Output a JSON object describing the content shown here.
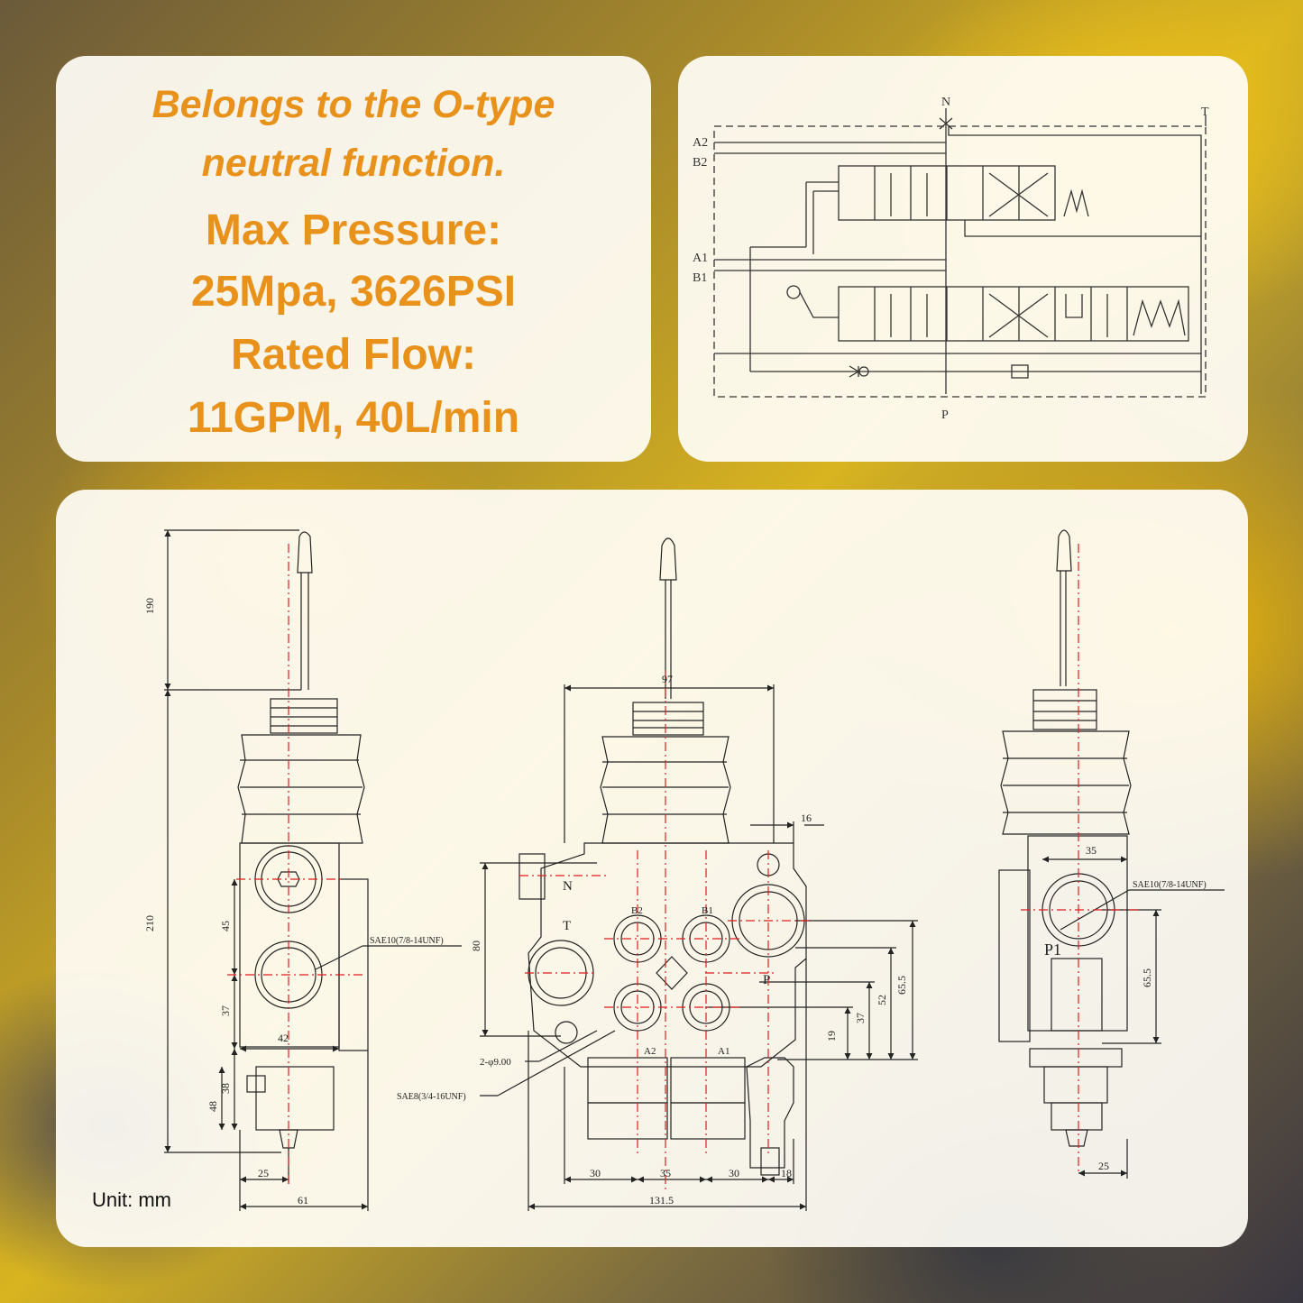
{
  "specs": {
    "line1": "Belongs to the O-type",
    "line2": "neutral function.",
    "line3": "Max Pressure:",
    "line4": "25Mpa, 3626PSI",
    "line5": "Rated Flow:",
    "line6": "11GPM, 40L/min"
  },
  "schematic": {
    "port_n": "N",
    "port_t": "T",
    "port_p": "P",
    "port_a2": "A2",
    "port_b2": "B2",
    "port_a1": "A1",
    "port_b1": "B1"
  },
  "drawing": {
    "unit": "Unit: mm",
    "left_view": {
      "dim_190": "190",
      "dim_210": "210",
      "dim_45": "45",
      "dim_37": "37",
      "dim_42": "42",
      "dim_38": "38",
      "dim_48": "48",
      "dim_25": "25",
      "dim_61": "61",
      "port_callout": "SAE10(7/8-14UNF)"
    },
    "front_view": {
      "dim_97": "97",
      "dim_16": "16",
      "dim_80": "80",
      "dim_37": "37",
      "dim_52": "52",
      "dim_65_5": "65.5",
      "dim_19": "19",
      "dim_30a": "30",
      "dim_35": "35",
      "dim_30b": "30",
      "dim_18": "18",
      "dim_131_5": "131.5",
      "hole_callout": "2-φ9.00",
      "port_callout": "SAE8(3/4-16UNF)",
      "label_n": "N",
      "label_t": "T",
      "label_p": "P",
      "label_b2": "B2",
      "label_b1": "B1",
      "label_a2": "A2",
      "label_a1": "A1"
    },
    "right_view": {
      "dim_35": "35",
      "dim_65_5": "65.5",
      "dim_25": "25",
      "port_callout": "SAE10(7/8-14UNF)",
      "label_p1": "P1"
    }
  }
}
